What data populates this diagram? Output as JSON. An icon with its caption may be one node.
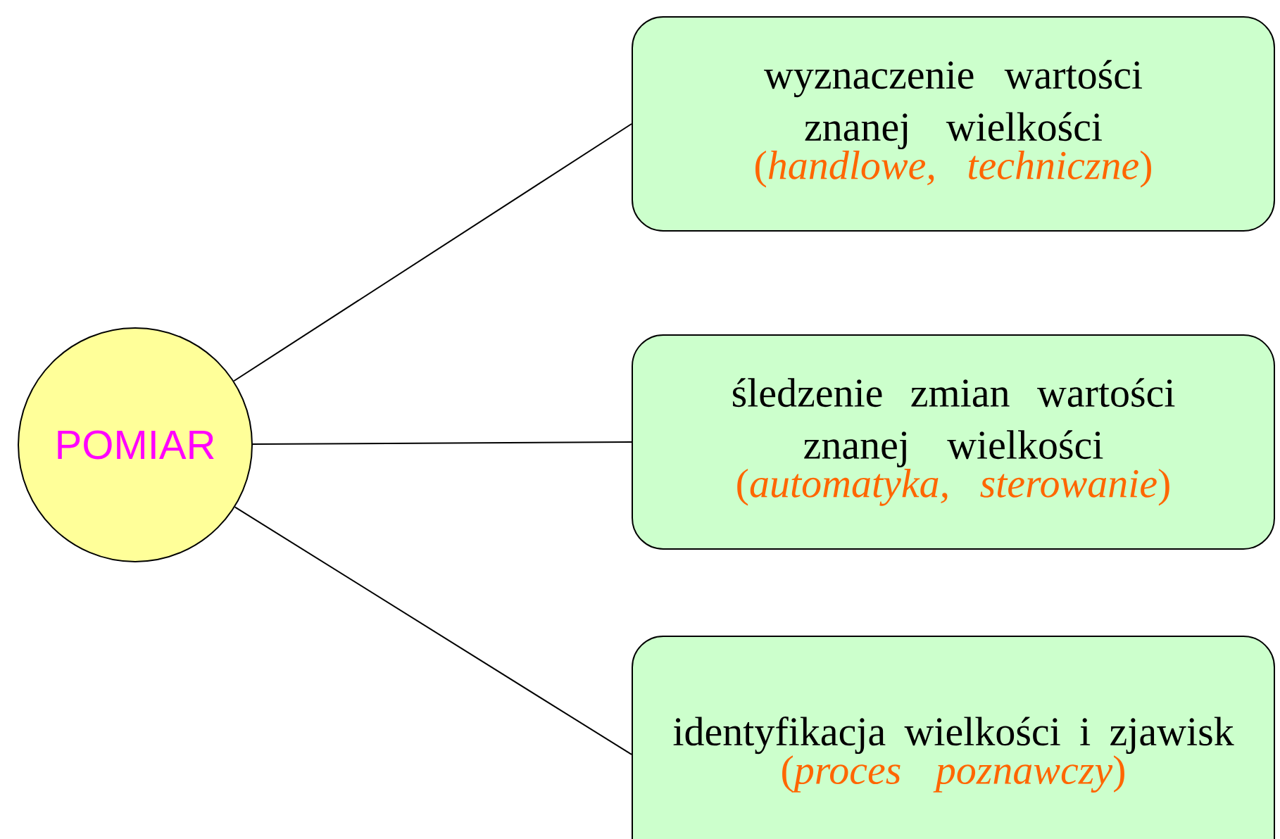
{
  "diagram": {
    "nodes": [
      {
        "text": [
          "POMIAR"
        ]
      },
      {
        "text": [
          "wyznaczenie wartości znanej wielkości",
          "(*handlowe, techniczne*)"
        ]
      },
      {
        "text": [
          "śledzenie zmian wartości znanej wielkości",
          "(*automatyka, sterowanie*)"
        ]
      },
      {
        "text": [
          "identyfikacja wielkości i zjawisk",
          "(*proces poznawczy*)"
        ]
      }
    ],
    "edges": [
      {
        "from": 0,
        "to": 1,
        "arrow": "none"
      },
      {
        "from": 0,
        "to": 2,
        "arrow": "none"
      },
      {
        "from": 0,
        "to": 3,
        "arrow": "none"
      }
    ]
  }
}
